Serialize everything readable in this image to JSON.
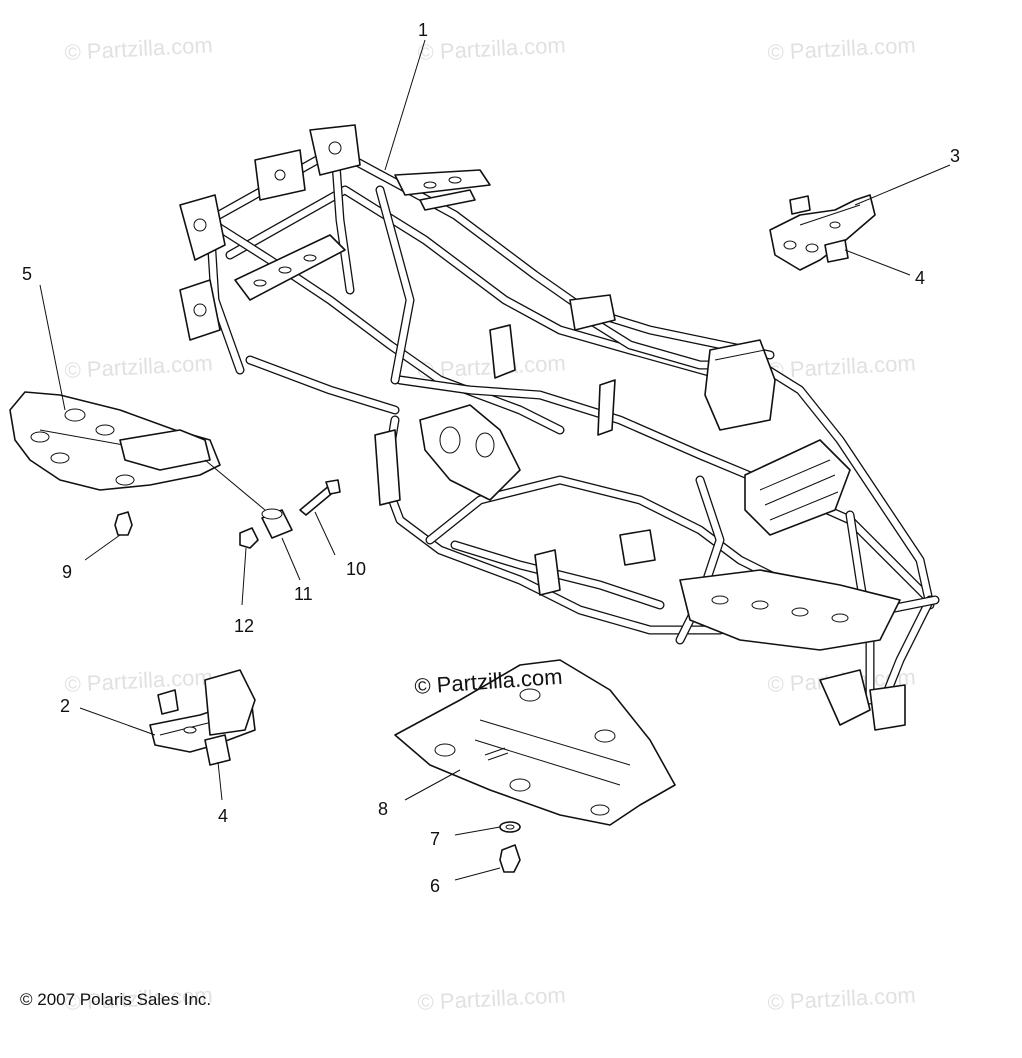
{
  "watermarks": [
    {
      "text": "© Partzilla.com"
    },
    {
      "text": "© Partzilla.com"
    },
    {
      "text": "© Partzilla.com"
    },
    {
      "text": "© Partzilla.com"
    },
    {
      "text": "© Partzilla.com"
    },
    {
      "text": "© Partzilla.com"
    },
    {
      "text": "© Partzilla.com"
    },
    {
      "text": "© Partzilla.com"
    },
    {
      "text": "© Partzilla.com"
    },
    {
      "text": "© Partzilla.com"
    },
    {
      "text": "© Partzilla.com"
    }
  ],
  "center_watermark": "© Partzilla.com",
  "callouts": {
    "c1": "1",
    "c2": "2",
    "c3": "3",
    "c4a": "4",
    "c4b": "4",
    "c5": "5",
    "c6": "6",
    "c7": "7",
    "c8": "8",
    "c9": "9",
    "c10": "10",
    "c11": "11",
    "c12": "12"
  },
  "copyright": "© 2007 Polaris Sales Inc."
}
